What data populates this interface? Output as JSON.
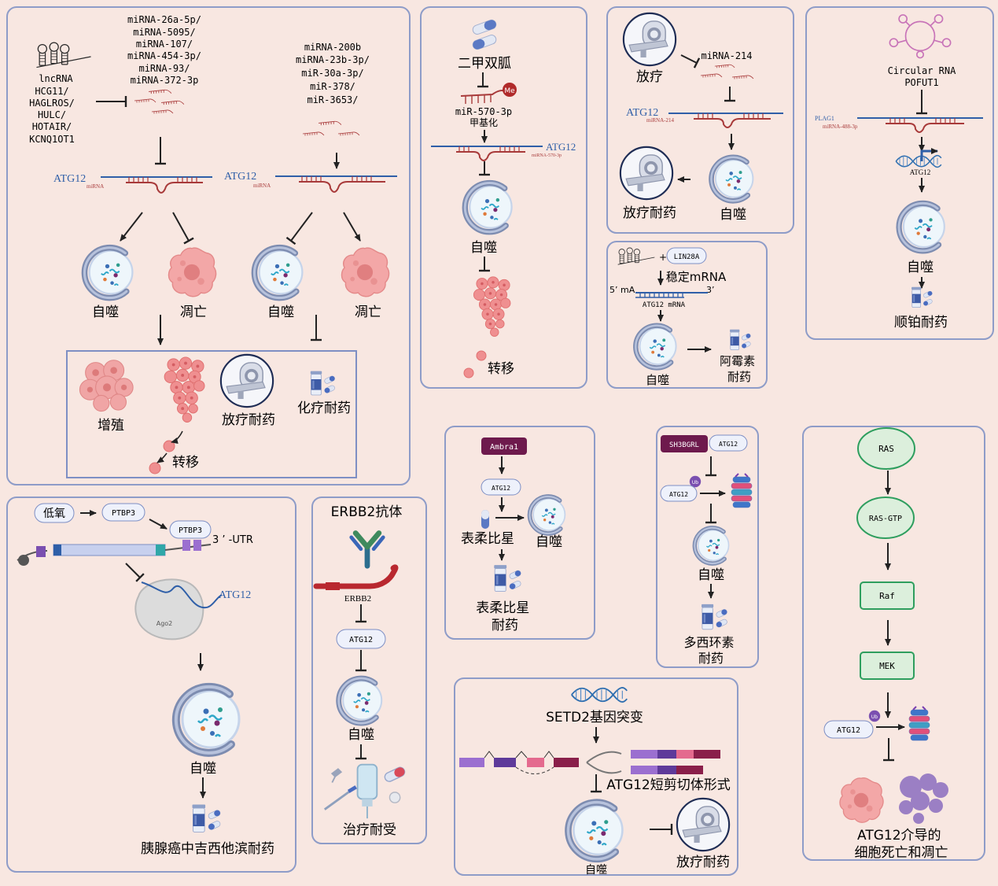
{
  "colors": {
    "background": "#f8e7e1",
    "panel_border": "#8e9cc8",
    "mirna": "#a83a3a",
    "mrna": "#2f5fa8",
    "purple_box": "#6e1a4d",
    "green_box_fill": "#dcefdc",
    "green_box_border": "#2e9e5e",
    "pill_fill": "#eef1fb",
    "pill_border": "#7e8fc4"
  },
  "icons": [
    "lncrna-hairpin-icon",
    "mirna-strand-icon",
    "autophagosome-icon",
    "apoptotic-cell-icon",
    "tumor-cluster-icon",
    "ct-scanner-icon",
    "pill-bottle-icon",
    "pills-icon",
    "antibody-icon",
    "dna-helix-icon",
    "proteasome-icon",
    "circular-rna-icon",
    "ago2-protein-icon",
    "iv-drip-icon"
  ],
  "panel1": {
    "lnc_label": "lncRNA",
    "lnc_list": [
      "HCG11/",
      "HAGLROS/",
      "HULC/",
      "HOTAIR/",
      "KCNQ1OT1"
    ],
    "mirna_list_a": [
      "miRNA-26a-5p/",
      "miRNA-5095/",
      "miRNA-107/",
      "miRNA-454-3p/",
      "miRNA-93/",
      "miRNA-372-3p"
    ],
    "mirna_list_b": [
      "miRNA-200b",
      "miRNA-23b-3p/",
      "miR-30a-3p/",
      "miR-378/",
      "miR-3653/"
    ],
    "atg12_left": "ATG12",
    "atg12_right": "ATG12",
    "mirna_tag_left": "miRNA",
    "mirna_tag_right": "miRNA",
    "autophagy_left": "自噬",
    "apoptosis_left": "凋亡",
    "autophagy_right": "自噬",
    "apoptosis_right": "凋亡",
    "proliferation": "增殖",
    "metastasis": "转移",
    "radio_resistance": "放疗耐药",
    "chemo_resistance": "化疗耐药"
  },
  "panel2": {
    "drug": "二甲双胍",
    "me": "Me",
    "mirna": "miR-570-3p",
    "methylation": "甲基化",
    "atg12": "ATG12",
    "atg12_sub": "miRNA-570-3p",
    "autophagy": "自噬",
    "metastasis": "转移"
  },
  "panel3": {
    "radio": "放疗",
    "mirna": "miRNA-214",
    "atg12": "ATG12",
    "mirna_tag": "miRNA-214",
    "radio_resistance": "放疗耐药",
    "autophagy": "自噬"
  },
  "panel4": {
    "protein": "LIN28A",
    "stabilize": "稳定mRNA",
    "mrna": "ATG12 mRNA",
    "autophagy": "自噬",
    "resistance": "阿霉素\n耐药"
  },
  "panel5": {
    "circ_title": "Circular RNA",
    "circ_name": "POFUT1",
    "plag1": "PLAG1",
    "mirna": "miRNA-488-3p",
    "atg12": "ATG12",
    "autophagy": "自噬",
    "resistance": "顺铂耐药"
  },
  "panel6": {
    "hypoxia": "低氧",
    "ptbp3": "PTBP3",
    "ptbp3_bound": "PTBP3",
    "utr": "3 ’ -UTR",
    "atg12": "ATG12",
    "ago2": "Ago2",
    "autophagy": "自噬",
    "resistance": "胰腺癌中吉西他滨耐药"
  },
  "panel7": {
    "antibody": "ERBB2抗体",
    "erbb2": "ERBB2",
    "atg12": "ATG12",
    "autophagy": "自噬",
    "resistance": "治疗耐受"
  },
  "panel8": {
    "ambra1": "Ambra1",
    "atg12": "ATG12",
    "drug": "表柔比星",
    "autophagy": "自噬",
    "resistance": "表柔比星\n耐药"
  },
  "panel9": {
    "sh3bgrl": "SH3BGRL",
    "atg12_top": "ATG12",
    "ub": "Ub",
    "atg12": "ATG12",
    "autophagy": "自噬",
    "resistance": "多西环素\n耐药"
  },
  "panel10": {
    "gene": "SETD2基因突变",
    "isoform": "ATG12短剪切体形式",
    "autophagy": "自噬",
    "resistance": "放疗耐药"
  },
  "panel11": {
    "ras": "RAS",
    "ras_gtp": "RAS-GTP",
    "raf": "Raf",
    "mek": "MEK",
    "atg12": "ATG12",
    "ub": "Ub",
    "outcome": "ATG12介导的\n细胞死亡和凋亡"
  }
}
